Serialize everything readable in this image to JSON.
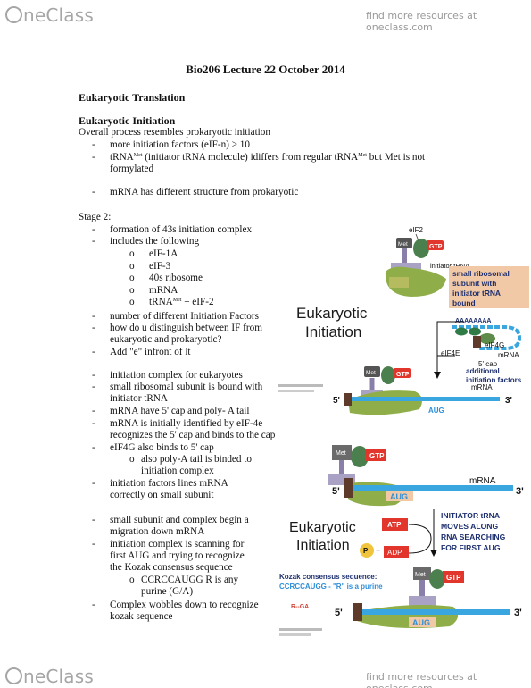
{
  "header": {
    "logo": "neClass",
    "findmore": "find more resources at oneclass.com"
  },
  "footer": {
    "logo": "neClass",
    "findmore": "find more resources at oneclass.com"
  },
  "doc": {
    "title": "Bio206 Lecture 22 October 2014",
    "h1": "Eukaryotic Translation",
    "h2": "Eukaryotic Initiation",
    "intro": "Overall process resembles prokaryotic initiation",
    "l1": "more initiation factors (eIF-n) > 10",
    "l2a": "tRNA",
    "l2sup": "Met",
    "l2b": " (initiator tRNA molecule) idiffers from regular tRNA",
    "l2sup2": "Met",
    "l2c": " but Met is not",
    "l2d": "formylated",
    "l3": "mRNA has different structure from prokaryotic",
    "stage": "Stage 2:",
    "s1": "formation of 43s initiation complex",
    "s2": "includes the following",
    "o1": "eIF-1A",
    "o2": "eIF-3",
    "o3": "40s ribosome",
    "o4": "mRNA",
    "o5a": "tRNA",
    "o5sup": "Met",
    "o5b": " + eIF-2",
    "s3": "number of different Initiation Factors",
    "s4a": "how do u distinguish between IF from",
    "s4b": "eukaryotic and prokaryotic?",
    "s5": "Add \"e\" infront of it",
    "s6": "initiation complex for eukaryotes",
    "s7a": "small ribosomal subunit is bound with",
    "s7b": "initiator tRNA",
    "s8": "mRNA have 5' cap and poly- A tail",
    "s9a": "mRNA is initially identified by eIF-4e",
    "s9b": "recognizes the 5' cap and binds to the cap",
    "s10": "eIF4G also binds to 5' cap",
    "o6a": "also poly-A tail is binded to",
    "o6b": "initiation complex",
    "s11a": "initiation factors lines mRNA",
    "s11b": "correctly on small subunit",
    "s12a": "small subunit and complex begin a",
    "s12b": "migration down mRNA",
    "s13a": "initiation complex is scanning for",
    "s13b": "first AUG and trying to recognize",
    "s13c": "the Kozak consensus sequence",
    "o7a": "CCRCCAUGG R is any",
    "o7b": "purine (G/A)",
    "s14a": "Complex wobbles down to recognize",
    "s14b": "kozak sequence"
  },
  "fig1": {
    "eif2": "eIF2",
    "met": "Met",
    "gtp": "GTP",
    "initiator": "initiator tRNA",
    "small1": "small ribosomal",
    "small2": "subunit with",
    "small3": "initiator tRNA",
    "small4": "bound",
    "title1": "Eukaryotic",
    "title2": "Initiation",
    "polya": "AAAAAAAA",
    "eif4g": "eIF4G",
    "eif4e": "eIF4E",
    "mrna": "mRNA",
    "cap": "5' cap",
    "add1": "additional",
    "add2": "initiation factors",
    "met2": "Met",
    "gtp2": "GTP",
    "mrna2": "mRNA",
    "five": "5'",
    "three": "3'",
    "aug": "AUG"
  },
  "fig2": {
    "met": "Met",
    "gtp": "GTP",
    "mrna": "mRNA",
    "five": "5'",
    "three": "3'",
    "aug": "AUG",
    "title1": "Eukaryotic",
    "title2": "Initiation",
    "atp": "ATP",
    "pi": "P",
    "adp": "ADP",
    "init1": "INITIATOR tRNA",
    "init2": "MOVES ALONG",
    "init3": "RNA SEARCHING",
    "init4": "FOR FIRST AUG",
    "kozak1": "Kozak consensus sequence:",
    "kozak2": "CCRCCAUGG - \"R\" is a purine",
    "met2": "Met",
    "gtp2": "GTP",
    "rga": "R--GA",
    "five2": "5'",
    "three2": "3'",
    "aug2": "AUG"
  },
  "colors": {
    "blue": "#2e8fd8",
    "red": "#e2352b",
    "green": "#7a9a3c",
    "navy": "#1d2f6f",
    "grey": "#a6a6a6"
  }
}
